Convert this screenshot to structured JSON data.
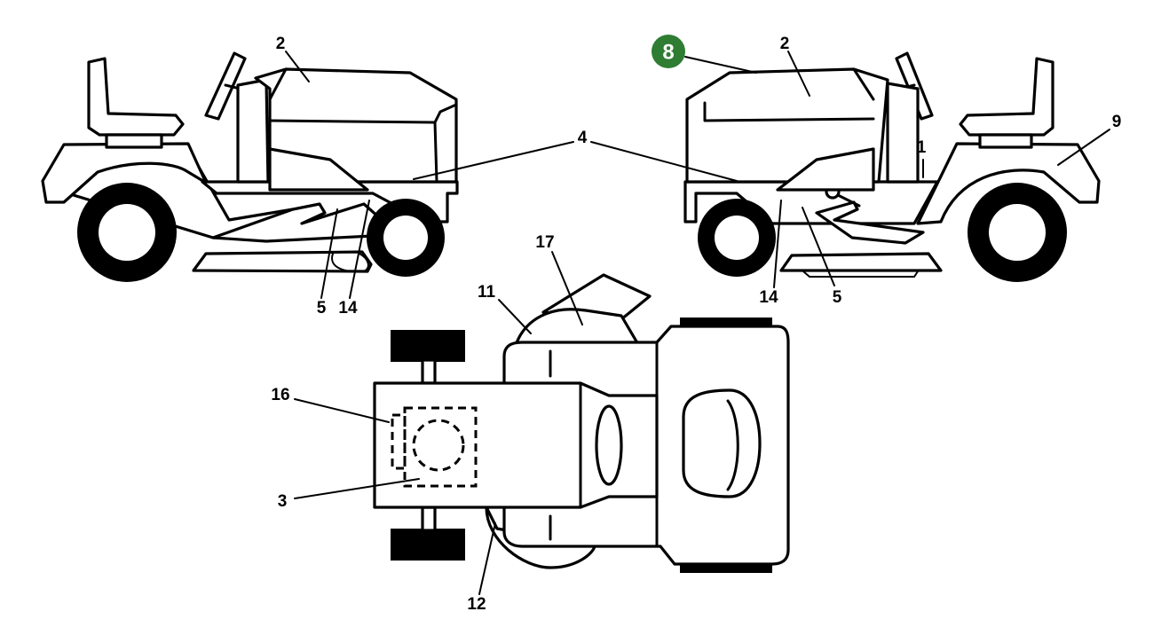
{
  "colors": {
    "line": "#000000",
    "background": "#ffffff",
    "highlight_badge": "#2e7d32",
    "highlight_text": "#ffffff"
  },
  "highlight": {
    "label": "8"
  },
  "callouts": {
    "left_view": {
      "hood": "2",
      "side_panel": "4",
      "footrest": "5",
      "frame": "14"
    },
    "right_view": {
      "hood": "2",
      "side_panel": "4",
      "dash": "1",
      "fender": "9",
      "footrest": "5",
      "frame": "14"
    },
    "top_view": {
      "top_left": "11",
      "chute": "17",
      "left_side": "16",
      "deck": "3",
      "bottom": "12"
    }
  }
}
